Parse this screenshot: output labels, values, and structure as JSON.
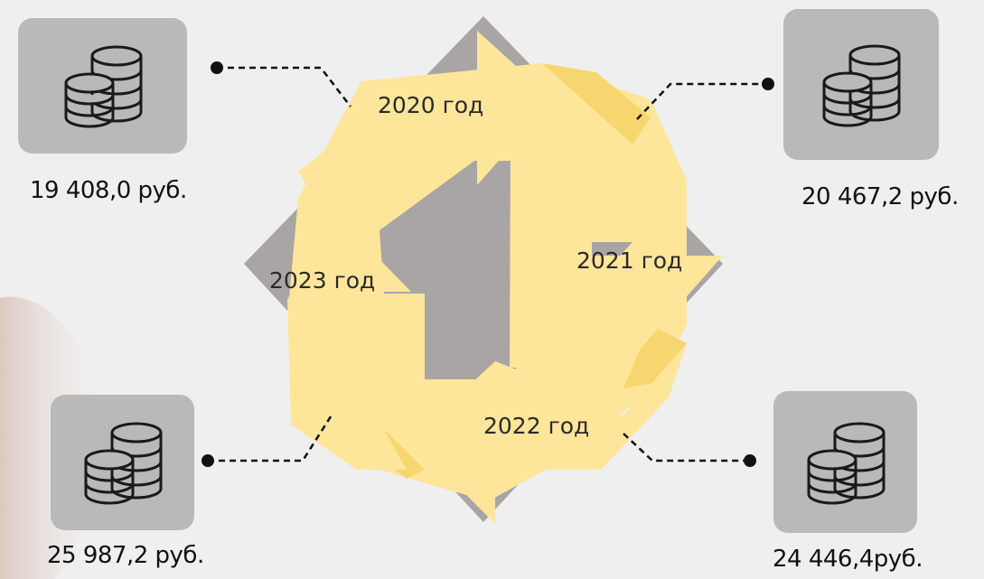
{
  "cycle": {
    "years": [
      {
        "label": "2020 год",
        "amount": "19 408,0 руб."
      },
      {
        "label": "2021 год",
        "amount": "20 467,2 руб."
      },
      {
        "label": "2022 год",
        "amount": "24 446,4руб."
      },
      {
        "label": "2023 год",
        "amount": "25 987,2 руб."
      }
    ]
  },
  "colors": {
    "background": "#efefef",
    "arrow_yellow": "#fde59a",
    "arrow_yellow_dark": "#f6d76f",
    "core_gray": "#a9a5a5",
    "coin_box": "#b9b9b9",
    "connector": "#111111"
  },
  "icons": {
    "coin_stack": "coins-stack-icon"
  }
}
